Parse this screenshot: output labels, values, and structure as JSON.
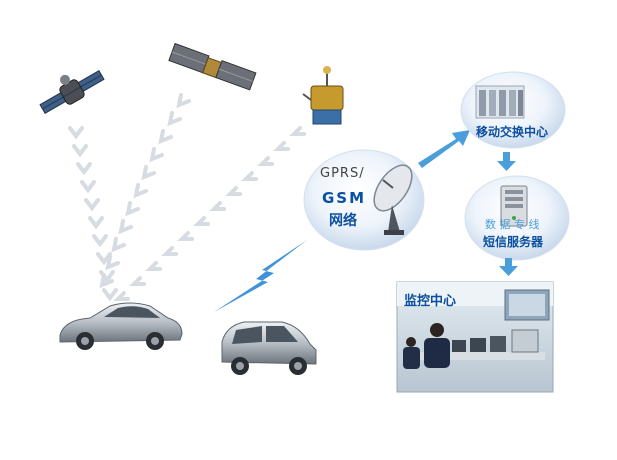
{
  "gsm_node": {
    "line1": "GPRS/",
    "line2": "GSM",
    "line3": "网络"
  },
  "switch_center": {
    "label": "移动交换中心"
  },
  "sms_server": {
    "line1": "数 据 专 线",
    "line2": "短信服务器"
  },
  "monitoring_center": {
    "label": "监控中心"
  },
  "colors": {
    "accent_blue": "#1f6fb8",
    "arrow_blue": "#4a9edb",
    "label_blue": "#0b4fa0",
    "bolt_blue": "#2d86d6"
  },
  "icons": [
    "satellite-icon",
    "satellite-icon",
    "satellite-icon",
    "dish-antenna-icon",
    "server-icon",
    "car-icon",
    "lightning-icon",
    "arrow-icon"
  ]
}
